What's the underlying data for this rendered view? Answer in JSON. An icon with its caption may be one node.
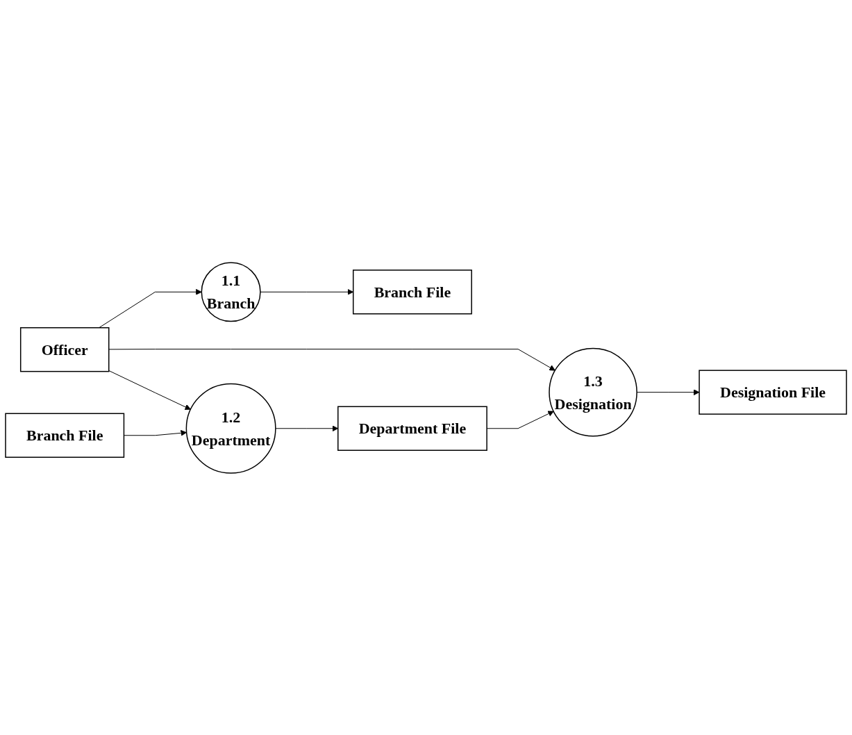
{
  "diagram": {
    "nodes": [
      {
        "text": [
          "Officer"
        ]
      },
      {
        "text": [
          "1.1",
          "Branch"
        ]
      },
      {
        "text": [
          "Branch File"
        ]
      },
      {
        "text": [
          "1.2",
          "Department"
        ]
      },
      {
        "text": [
          "Branch File"
        ]
      },
      {
        "text": [
          "Department File"
        ]
      },
      {
        "text": [
          "1.3",
          "Designation"
        ]
      },
      {
        "text": [
          "Designation File"
        ]
      }
    ],
    "edges": [
      {
        "from": 0,
        "to": 1,
        "arrow": "to"
      },
      {
        "from": 1,
        "to": 2,
        "arrow": "to"
      },
      {
        "from": 0,
        "to": 3,
        "arrow": "to"
      },
      {
        "from": 4,
        "to": 3,
        "arrow": "to"
      },
      {
        "from": 3,
        "to": 5,
        "arrow": "to"
      },
      {
        "from": 0,
        "to": 6,
        "arrow": "to"
      },
      {
        "from": 5,
        "to": 6,
        "arrow": "to"
      },
      {
        "from": 6,
        "to": 7,
        "arrow": "to"
      }
    ]
  }
}
